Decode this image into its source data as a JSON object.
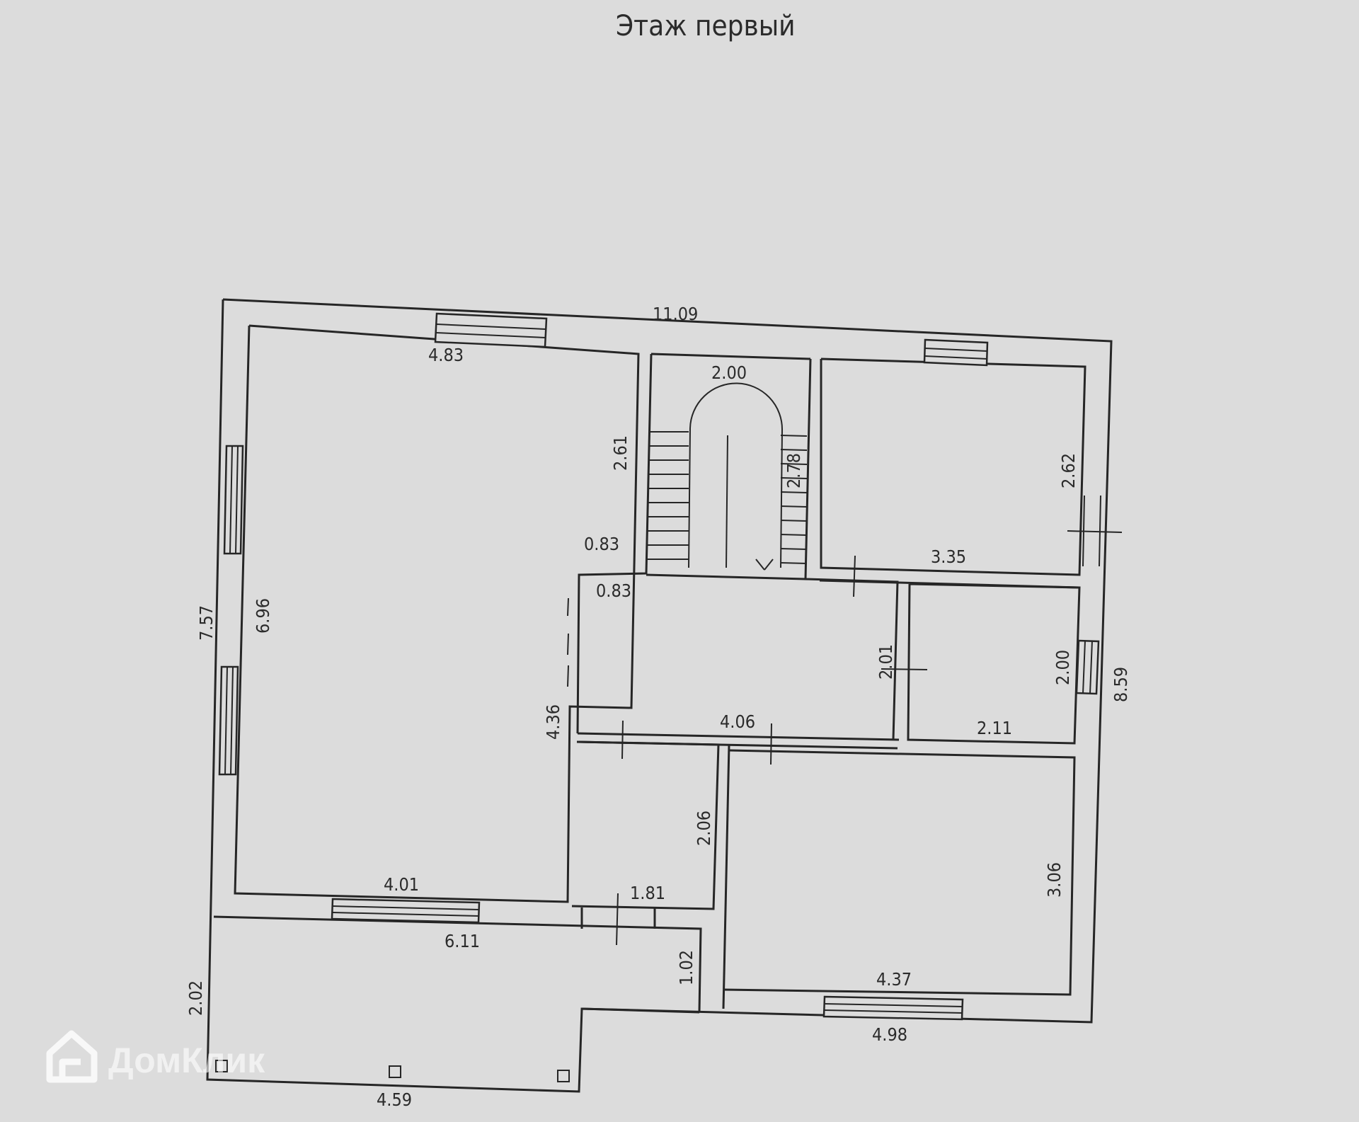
{
  "title": "Этаж первый",
  "watermark": "ДомКлик",
  "dimensions": {
    "outer_top": "11.09",
    "left_room_top": "4.83",
    "stair_width": "2.00",
    "left_room_right": "2.61",
    "stair_length": "2.78",
    "right_room_side": "2.62",
    "right_room_bottom": "3.35",
    "step_top": "0.83",
    "step_bottom": "0.83",
    "outer_left": "7.57",
    "left_room_height": "6.96",
    "corridor_depth": "2.01",
    "small_room_height": "2.00",
    "outer_right": "8.59",
    "small_room_width": "2.11",
    "corridor_bottom": "4.06",
    "corridor_left": "4.36",
    "bath_height": "2.06",
    "bath_width": "1.81",
    "left_room_bottom": "4.01",
    "left_ext_bottom": "6.11",
    "porch_depth": "1.02",
    "big_room_height": "3.06",
    "big_room_width": "4.37",
    "outer_bottom_right": "4.98",
    "porch_left": "2.02",
    "porch_bottom": "4.59"
  }
}
